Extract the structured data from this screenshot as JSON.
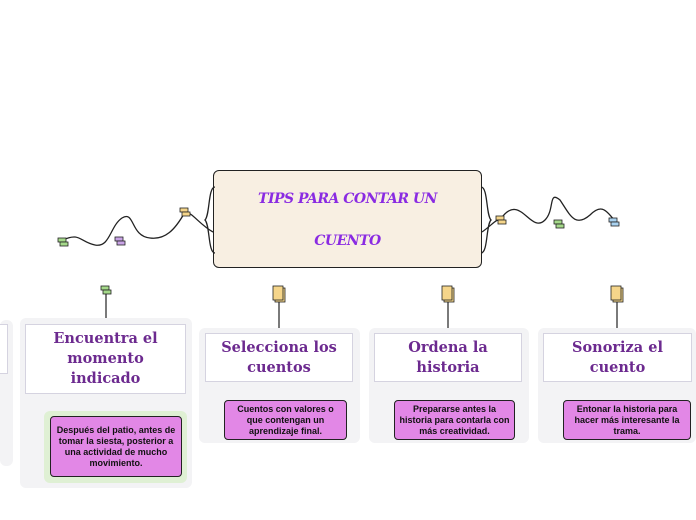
{
  "central_topic": {
    "line1": "TIPS PARA CONTAR UN",
    "line2": "CUENTO",
    "bg_color": "#f8efe2",
    "text_color": "#8a2be2"
  },
  "branches": [
    {
      "title_lines": [
        "Encuentra el",
        "momento",
        "indicado"
      ],
      "note": "Después del patio, antes de tomar la siesta, posterior a una actividad de mucho movimiento.",
      "connector_icon": "topic-icon"
    },
    {
      "title_lines": [
        "Selecciona los",
        "cuentos"
      ],
      "note": "Cuentos con valores o que contengan un aprendizaje final.",
      "connector_icon": "note-icon"
    },
    {
      "title_lines": [
        "Ordena la",
        "historia"
      ],
      "note": "Prepararse antes la historia para contarla con más creatividad.",
      "connector_icon": "note-icon"
    },
    {
      "title_lines": [
        "Sonoriza el",
        "cuento"
      ],
      "note": "Entonar la historia para hacer más interesante la trama.",
      "connector_icon": "note-icon"
    }
  ],
  "colors": {
    "title_text": "#6c2a8f",
    "note_bg": "#e287e6",
    "note_icon": "#f5d58a"
  }
}
